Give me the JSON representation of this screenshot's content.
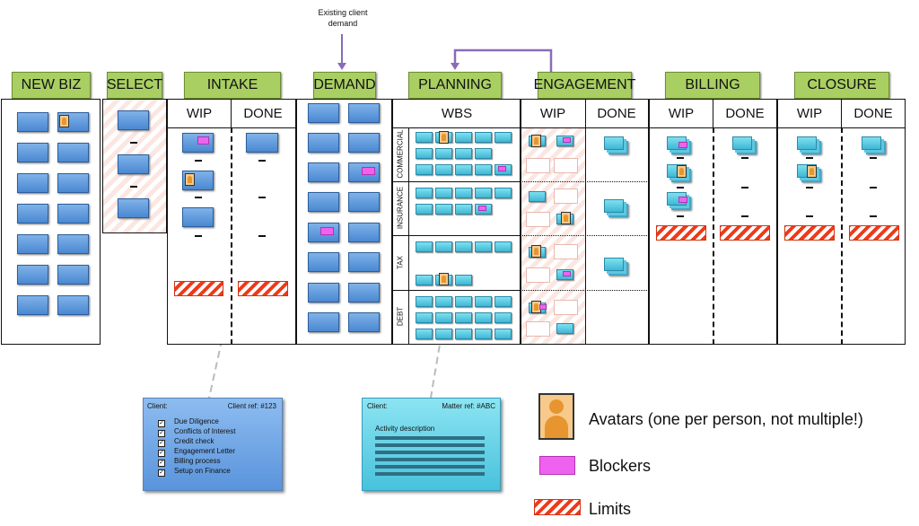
{
  "annotation": {
    "line1": "Existing client",
    "line2": "demand"
  },
  "columns": {
    "new_biz": "NEW BIZ",
    "select": "SELECT",
    "intake": {
      "title": "INTAKE",
      "wip": "WIP",
      "done": "DONE"
    },
    "demand": "DEMAND",
    "planning": {
      "title": "PLANNING",
      "wbs": "WBS",
      "rows": [
        "COMMERCIAL",
        "INSURANCE",
        "TAX",
        "DEBT"
      ]
    },
    "engagement": {
      "title": "ENGAGEMENT",
      "wip": "WIP",
      "done": "DONE"
    },
    "billing": {
      "title": "BILLING",
      "wip": "WIP",
      "done": "DONE"
    },
    "closure": {
      "title": "CLOSURE",
      "wip": "WIP",
      "done": "DONE"
    }
  },
  "client_card": {
    "client_label": "Client:",
    "ref": "Client ref: #123",
    "checklist": [
      "Due Diligence",
      "Conflicts of Interest",
      "Credit check",
      "Engagement Letter",
      "Billing process",
      "Setup on Finance"
    ]
  },
  "matter_card": {
    "client_label": "Client:",
    "ref": "Matter ref: #ABC",
    "activity": "Activity description"
  },
  "legend": {
    "avatars": "Avatars (one per person, not multiple!)",
    "blockers": "Blockers",
    "limits": "Limits"
  },
  "colors": {
    "header_green": "#a9cf63",
    "card_blue": "#4a88d2",
    "task_cyan": "#3fb7d5",
    "blocker_magenta": "#ef62ef",
    "limit_red": "#ee3a1a"
  }
}
